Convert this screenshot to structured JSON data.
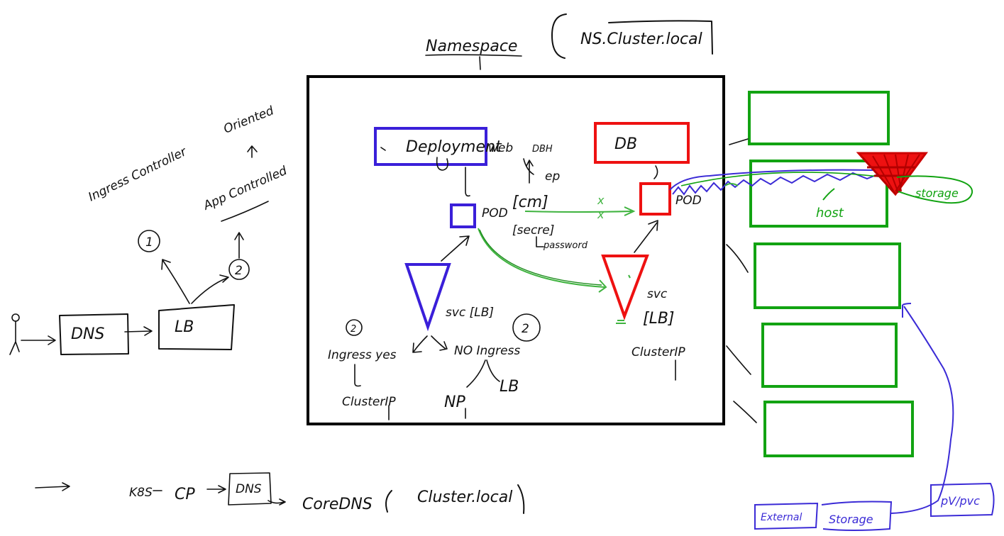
{
  "title": {
    "namespace": "Namespace",
    "bracket_text": "NS.Cluster.local"
  },
  "left": {
    "ingress_controller": "Ingress Controller",
    "oriented": "Oriented",
    "app_controlled": "App Controlled",
    "circle_one": "1",
    "circle_two": "2",
    "dns": "DNS",
    "lb": "LB"
  },
  "cluster": {
    "deployment": "Deployment",
    "web": "web",
    "dbh": "DBH",
    "ep": "ep",
    "pod_left": "POD",
    "cm": "[cm]",
    "secret": "[secre]",
    "password": "password",
    "x_mark": "x",
    "db": "DB",
    "pod_right": "POD",
    "svc_left": "svc [LB]",
    "svc_right": "svc",
    "svc_right_lb": "[LB]",
    "cluster_ip_right": "ClusterIP",
    "circle_2a": "2",
    "circle_2b": "2",
    "ingress_yes": "Ingress yes",
    "cluster_ip_left": "ClusterIP",
    "no_ingress": "NO Ingress",
    "np": "NP",
    "lb": "LB"
  },
  "right": {
    "host": "host",
    "storage": "storage",
    "pv_pvc": "pV/pvc",
    "external": "External",
    "storage_bottom": "Storage"
  },
  "bottom": {
    "arrow_text": "K8S",
    "cp": "CP",
    "dns": "DNS",
    "coredns": "CoreDNS",
    "cluster_local": "Cluster.local"
  },
  "colors": {
    "ink": "#111111",
    "blue": "#3a1fd9",
    "red": "#ee1111",
    "green": "#12a312",
    "light_green": "#3fb33f",
    "purple": "#3b2bd6"
  }
}
